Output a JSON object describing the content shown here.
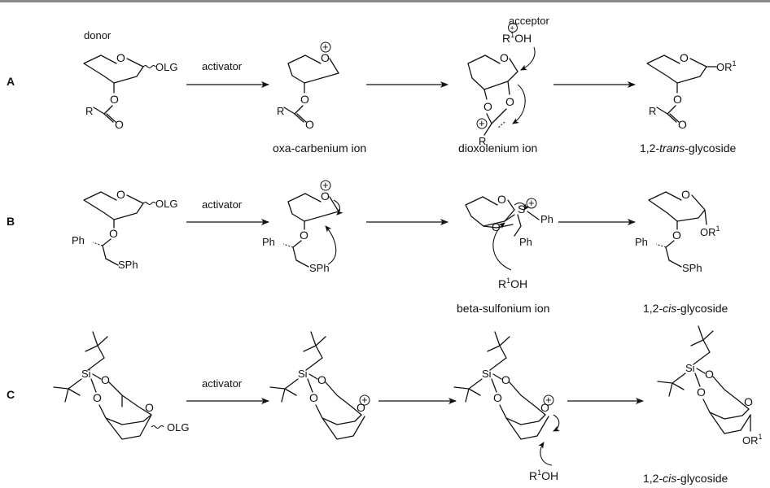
{
  "rows": [
    {
      "label": "A",
      "donor_label": "donor",
      "activator": "activator",
      "acceptor_label": "acceptor",
      "captions": [
        "oxa-carbenium ion",
        "dioxolenium ion",
        "1,2-trans-glycoside"
      ],
      "caption_italic": {
        "prefix": "1,2-",
        "italic": "trans",
        "suffix": "-glycoside"
      }
    },
    {
      "label": "B",
      "activator": "activator",
      "captions": [
        "beta-sulfonium ion",
        "1,2-cis-glycoside"
      ],
      "caption_italic": {
        "prefix": "1,2-",
        "italic": "cis",
        "suffix": "-glycoside"
      }
    },
    {
      "label": "C",
      "activator": "activator",
      "captions": [
        "1,2-cis-glycoside"
      ],
      "caption_italic": {
        "prefix": "1,2-",
        "italic": "cis",
        "suffix": "-glycoside"
      }
    }
  ],
  "atoms": {
    "O": "O",
    "OLG": "OLG",
    "R": "R",
    "R1OH_main": "R",
    "R1OH_sup": "1",
    "R1OH_tail": "OH",
    "OR1_main": "OR",
    "OR1_sup": "1",
    "Ph": "Ph",
    "SPh": "SPh",
    "S": "S",
    "Si": "Si",
    "plus": "+"
  }
}
